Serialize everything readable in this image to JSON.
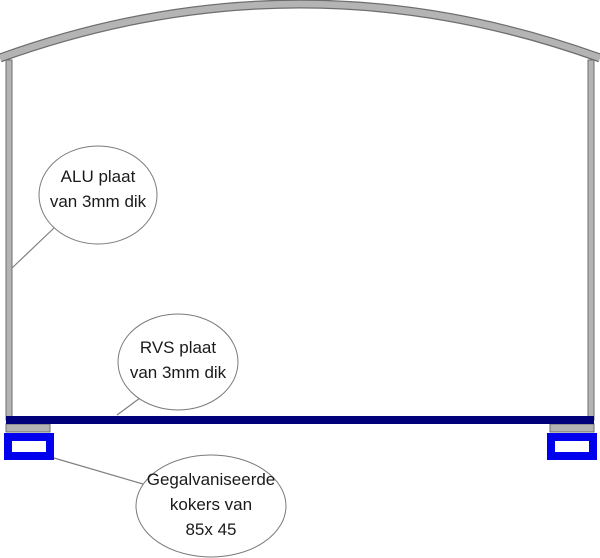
{
  "callouts": {
    "alu": {
      "line1": "ALU plaat",
      "line2": "van 3mm dik"
    },
    "rvs": {
      "line1": "RVS plaat",
      "line2": "van 3mm dik"
    },
    "kokers": {
      "line1": "Gegalvaniseerde",
      "line2": "kokers van",
      "line3": "85x 45"
    }
  },
  "colors": {
    "alu_wall": "#b4b4b4",
    "alu_outline": "#6e6e6e",
    "rvs_floor": "#00007a",
    "koker_fill": "#0000ee",
    "koker_inner": "#ffffff",
    "callout_line": "#808080",
    "bubble_outline": "#7a7a7a"
  }
}
